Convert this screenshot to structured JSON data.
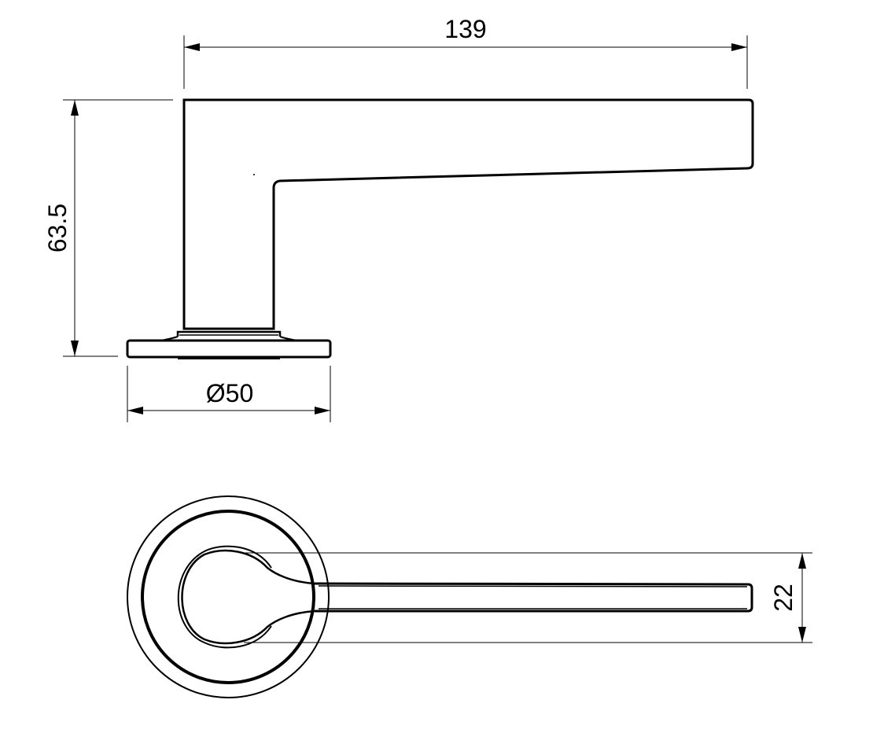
{
  "dimensions": {
    "length": "139",
    "height": "63.5",
    "rose_diameter": "Ø50",
    "lever_width": "22"
  },
  "colors": {
    "line": "#000000",
    "background": "#ffffff"
  }
}
